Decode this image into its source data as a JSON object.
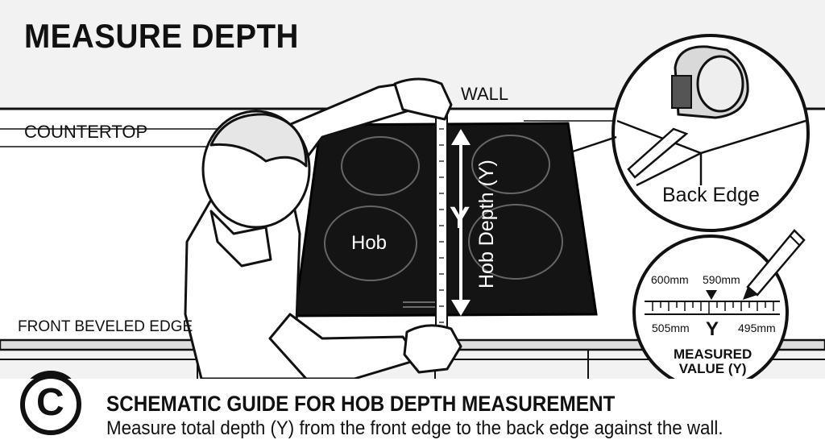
{
  "title": "MEASURE DEPTH",
  "labels": {
    "wall": "WALL",
    "countertop": "COUNTERTOP",
    "front_edge": "FRONT BEVELED EDGE",
    "hob": "Hob",
    "hob_depth": "Hob Depth (Y)",
    "y": "Y",
    "back_edge": "Back Edge"
  },
  "gauge": {
    "left_top": "600mm",
    "right_top": "590mm",
    "left_bottom": "505mm",
    "right_bottom": "495mm",
    "symbol": "Y",
    "caption": "MEASURED\nVALUE (Y)"
  },
  "footer": {
    "badge_letter": "C",
    "heading": "SCHEMATIC GUIDE FOR HOB DEPTH MEASUREMENT",
    "instruction": "Measure total depth (Y) from the front edge to the back edge against the wall."
  },
  "icons": [
    "tape-measure-icon",
    "pencil-icon",
    "double-arrow-icon",
    "circle-badge-icon"
  ],
  "colors": {
    "ink": "#111111",
    "hob": "#141414",
    "paper": "#ffffff",
    "background": "#f2f2f2"
  }
}
